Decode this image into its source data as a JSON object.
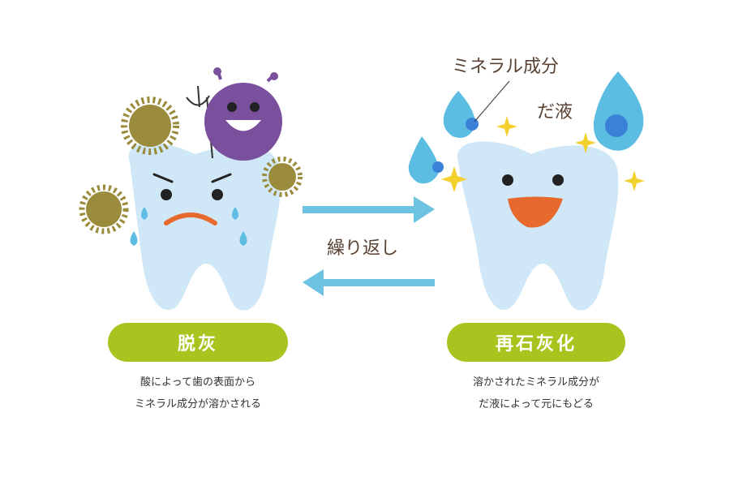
{
  "labels": {
    "mineral": "ミネラル成分",
    "saliva": "だ液",
    "repeat": "繰り返し"
  },
  "left": {
    "title": "脱灰",
    "desc_line1": "酸によって歯の表面から",
    "desc_line2": "ミネラル成分が溶かされる"
  },
  "right": {
    "title": "再石灰化",
    "desc_line1": "溶かされたミネラル成分が",
    "desc_line2": "だ液によって元にもどる"
  },
  "colors": {
    "tooth": "#cfe7f6",
    "pill": "#a9c41f",
    "arrow": "#6dc3e2",
    "germ": "#7a4f9e",
    "bacteria": "#9b8b3c",
    "droplet": "#5cbde2",
    "sparkle": "#f2d12e"
  }
}
